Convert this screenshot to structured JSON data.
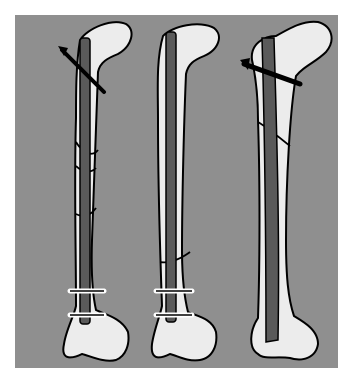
{
  "figure": {
    "colors": {
      "background_panel": "#8f8f8f",
      "bone_fill": "#ececec",
      "outline": "#000000",
      "nail": "#5a5a5a",
      "border": "#ffffff"
    },
    "panels": [
      {
        "id": "left",
        "features": [
          "femur",
          "intramedullary-nail",
          "proximal-oblique-screw",
          "distal-locking-screws",
          "fracture-fragments"
        ]
      },
      {
        "id": "middle",
        "features": [
          "femur",
          "intramedullary-nail",
          "distal-locking-screws",
          "fracture-line"
        ]
      },
      {
        "id": "right",
        "features": [
          "femur",
          "intramedullary-nail",
          "proximal-locking-screw",
          "fracture-line"
        ]
      }
    ]
  }
}
